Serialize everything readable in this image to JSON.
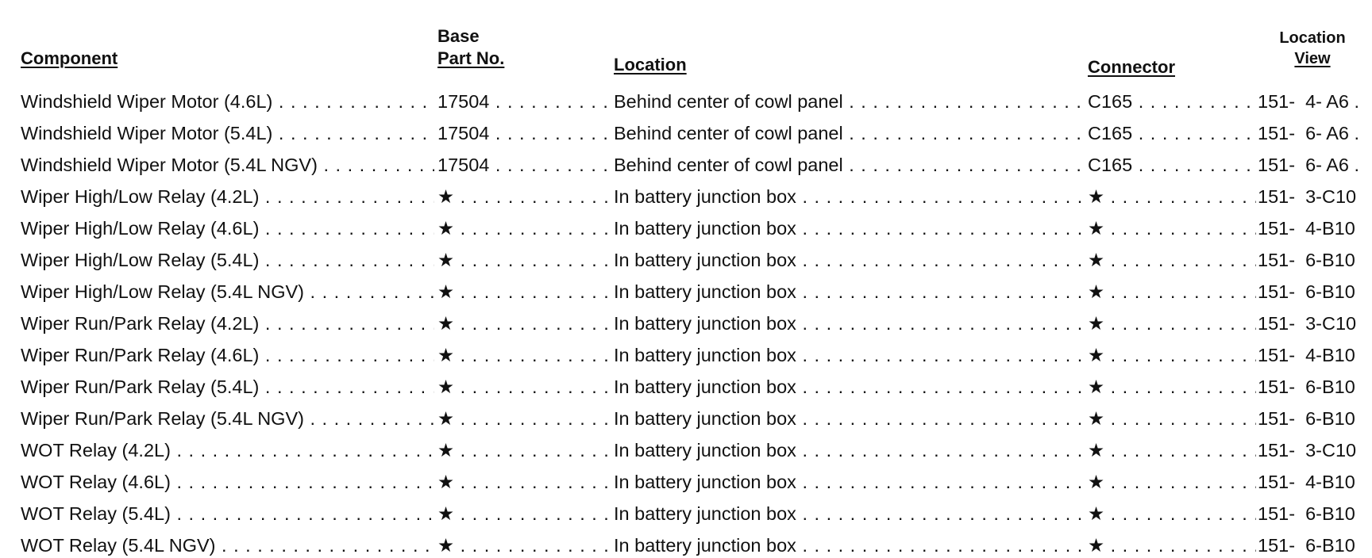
{
  "headers": {
    "component": "Component",
    "part_top": "Base",
    "part_bottom": "Part No.",
    "location": "Location",
    "connector": "Connector",
    "view_top": "Location",
    "view_bottom": "View"
  },
  "rows": [
    {
      "component": "Windshield Wiper Motor (4.6L)",
      "part": "17504",
      "location": "Behind center of cowl panel",
      "connector": "C165",
      "view": "151-  4- A6 ."
    },
    {
      "component": "Windshield Wiper Motor (5.4L)",
      "part": "17504",
      "location": "Behind center of cowl panel",
      "connector": "C165",
      "view": "151-  6- A6 ."
    },
    {
      "component": "Windshield Wiper Motor (5.4L NGV)",
      "part": "17504",
      "location": "Behind center of cowl panel",
      "connector": "C165",
      "view": "151-  6- A6 ."
    },
    {
      "component": "Wiper High/Low Relay (4.2L)",
      "part": "★",
      "location": "In battery junction box",
      "connector": "★",
      "view": "151-  3-C10"
    },
    {
      "component": "Wiper High/Low Relay (4.6L)",
      "part": "★",
      "location": "In battery junction box",
      "connector": "★",
      "view": "151-  4-B10"
    },
    {
      "component": "Wiper High/Low Relay (5.4L)",
      "part": "★",
      "location": "In battery junction box",
      "connector": "★",
      "view": "151-  6-B10"
    },
    {
      "component": "Wiper High/Low Relay (5.4L NGV)",
      "part": "★",
      "location": "In battery junction box",
      "connector": "★",
      "view": "151-  6-B10"
    },
    {
      "component": "Wiper Run/Park Relay (4.2L)",
      "part": "★",
      "location": "In battery junction box",
      "connector": "★",
      "view": "151-  3-C10"
    },
    {
      "component": "Wiper Run/Park Relay (4.6L)",
      "part": "★",
      "location": "In battery junction box",
      "connector": "★",
      "view": "151-  4-B10"
    },
    {
      "component": "Wiper Run/Park Relay (5.4L)",
      "part": "★",
      "location": "In battery junction box",
      "connector": "★",
      "view": "151-  6-B10"
    },
    {
      "component": "Wiper Run/Park Relay (5.4L NGV)",
      "part": "★",
      "location": "In battery junction box",
      "connector": "★",
      "view": "151-  6-B10"
    },
    {
      "component": "WOT Relay (4.2L)",
      "part": "★",
      "location": "In battery junction box",
      "connector": "★",
      "view": "151-  3-C10"
    },
    {
      "component": "WOT Relay (4.6L)",
      "part": "★",
      "location": "In battery junction box",
      "connector": "★",
      "view": "151-  4-B10"
    },
    {
      "component": "WOT Relay (5.4L)",
      "part": "★",
      "location": "In battery junction box",
      "connector": "★",
      "view": "151-  6-B10"
    },
    {
      "component": "WOT Relay (5.4L NGV)",
      "part": "★",
      "location": "In battery junction box",
      "connector": "★",
      "view": "151-  6-B10"
    }
  ]
}
